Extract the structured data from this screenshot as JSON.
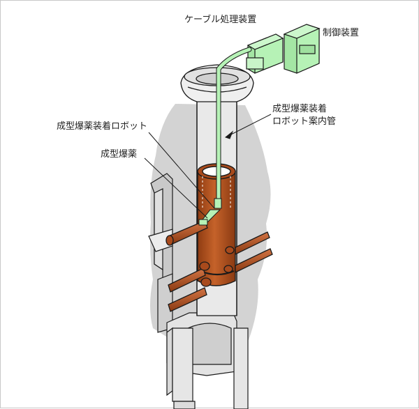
{
  "labels": {
    "cable_unit": "ケーブル処理装置",
    "control_unit": "制御装置",
    "guide_pipe_line1": "成型爆薬装着",
    "guide_pipe_line2": "ロボット案内管",
    "robot": "成型爆薬装着ロボット",
    "charge": "成型爆薬"
  },
  "colors": {
    "concrete": "#d3d3d3",
    "concrete_face": "#e6e6e6",
    "vessel": "#b2521f",
    "equipment": "#b6f2b6",
    "outline": "#1a1a1a"
  }
}
